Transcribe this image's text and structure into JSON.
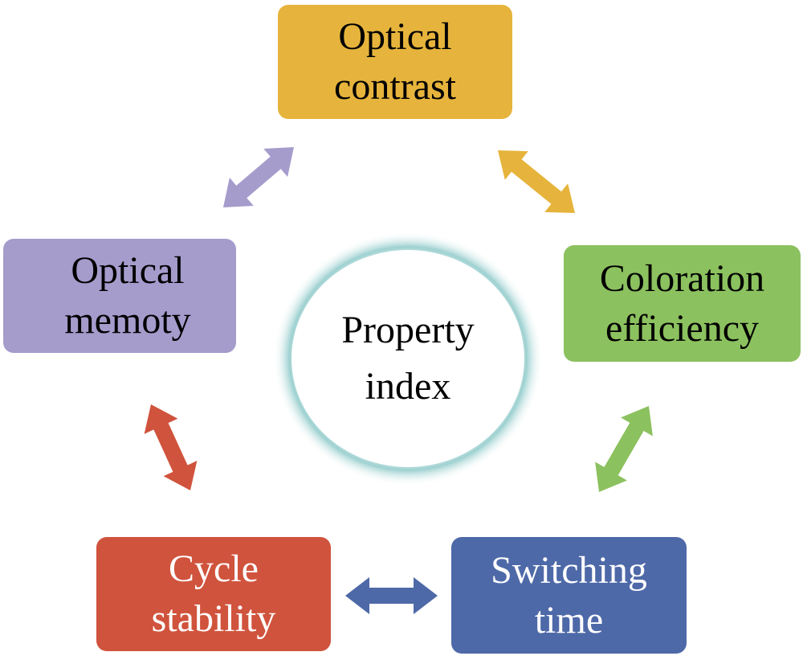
{
  "center": {
    "lines": [
      "Property",
      "index"
    ],
    "ring_color": "#e3a827",
    "glow_color": "#8ec9c9"
  },
  "nodes": [
    {
      "lines": [
        "Optical",
        "contrast"
      ],
      "fill": "#e6b43c",
      "text_color": "#000000"
    },
    {
      "lines": [
        "Coloration",
        "efficiency"
      ],
      "fill": "#8cc15f",
      "text_color": "#000000"
    },
    {
      "lines": [
        "Switching",
        "time"
      ],
      "fill": "#4e69a8",
      "text_color": "#ffffff"
    },
    {
      "lines": [
        "Cycle",
        "stability"
      ],
      "fill": "#d0533d",
      "text_color": "#ffffff"
    },
    {
      "lines": [
        "Optical",
        "memoty"
      ],
      "fill": "#a59ccc",
      "text_color": "#000000"
    }
  ],
  "arrows": [
    {
      "between": [
        "Optical contrast",
        "Coloration efficiency"
      ],
      "color": "#e6b43c"
    },
    {
      "between": [
        "Coloration efficiency",
        "Switching time"
      ],
      "color": "#8cc15f"
    },
    {
      "between": [
        "Switching time",
        "Cycle stability"
      ],
      "color": "#4e69a8"
    },
    {
      "between": [
        "Cycle stability",
        "Optical memoty"
      ],
      "color": "#d0533d"
    },
    {
      "between": [
        "Optical memoty",
        "Optical contrast"
      ],
      "color": "#a59ccc"
    }
  ]
}
